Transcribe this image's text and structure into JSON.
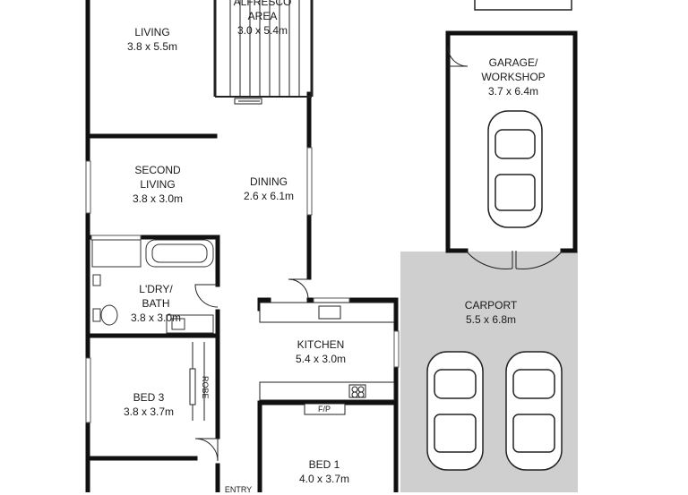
{
  "rooms": {
    "alfresco": {
      "name": "ALFRESCO",
      "name2": "AREA",
      "dims": "3.0 x 5.4m"
    },
    "living": {
      "name": "LIVING",
      "dims": "3.8 x 5.5m"
    },
    "second_living": {
      "name": "SECOND",
      "name2": "LIVING",
      "dims": "3.8 x 3.0m"
    },
    "dining": {
      "name": "DINING",
      "dims": "2.6 x 6.1m"
    },
    "garage": {
      "name": "GARAGE/",
      "name2": "WORKSHOP",
      "dims": "3.7 x 6.4m"
    },
    "carport": {
      "name": "CARPORT",
      "dims": "5.5 x 6.8m"
    },
    "laundry": {
      "name": "L'DRY/",
      "name2": "BATH",
      "dims": "3.8 x 3.0m"
    },
    "kitchen": {
      "name": "KITCHEN",
      "dims": "5.4 x 3.0m"
    },
    "bed3": {
      "name": "BED 3",
      "dims": "3.8 x 3.7m"
    },
    "bed1": {
      "name": "BED 1",
      "dims": "4.0 x 3.7m"
    }
  },
  "fixtures": {
    "robe": "ROBE",
    "fireplace": "F/P",
    "entry": "ENTRY"
  },
  "colors": {
    "wall": "#111111",
    "carport_fill": "#cfcfcf",
    "line": "#222222"
  }
}
